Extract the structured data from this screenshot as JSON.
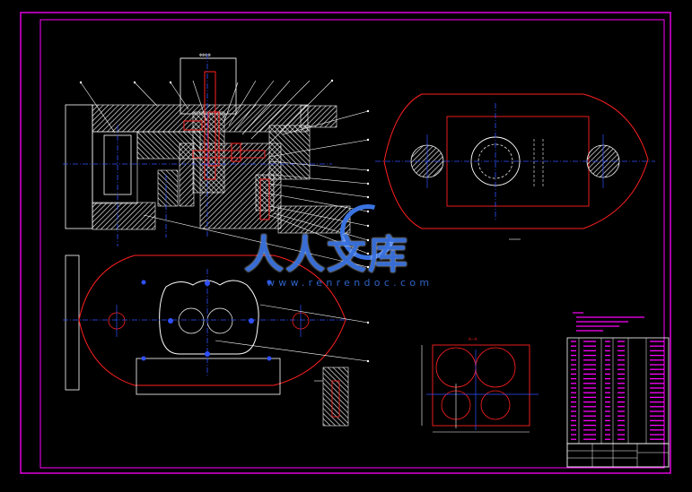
{
  "watermark": {
    "brand_text": "人人文库",
    "url_text": "www.renrendoc.com",
    "color": "#3a73e0"
  },
  "drawing": {
    "background": "#000000",
    "frame_color": "#ff00ff",
    "line_colors": {
      "outline": "#ff2020",
      "section": "#ffffff",
      "center": "#3050ff",
      "annotation": "#ff00ff"
    }
  },
  "title_block": {
    "drawing_title": "夹具装配图"
  }
}
